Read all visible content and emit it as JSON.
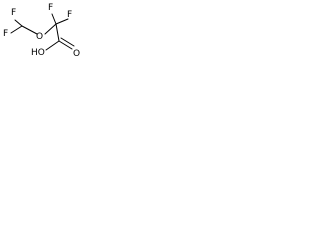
{
  "molecule": {
    "atoms": {
      "f_top_left": "F",
      "f_left": "F",
      "o_ether": "O",
      "f_top_right_1": "F",
      "f_top_right_2": "F",
      "o_carbonyl": "O",
      "oh": "HO"
    }
  }
}
